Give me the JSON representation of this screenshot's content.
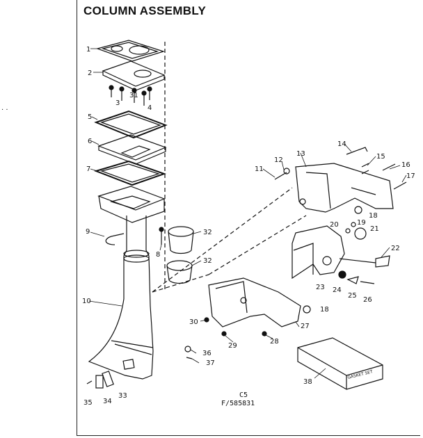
{
  "title": "COLUMN ASSEMBLY",
  "stray_marks": ". .",
  "footer": {
    "code1": "C5",
    "code2": "F/585831"
  },
  "box_label": "GASKET SET",
  "callouts": [
    "1",
    "2",
    "3",
    "31",
    "4",
    "5",
    "6",
    "7",
    "8",
    "9",
    "10",
    "11",
    "12",
    "13",
    "14",
    "15",
    "16",
    "17",
    "18",
    "19",
    "20",
    "21",
    "22",
    "23",
    "24",
    "25",
    "26",
    "18",
    "27",
    "28",
    "29",
    "30",
    "32",
    "32",
    "33",
    "34",
    "35",
    "36",
    "37",
    "38"
  ]
}
